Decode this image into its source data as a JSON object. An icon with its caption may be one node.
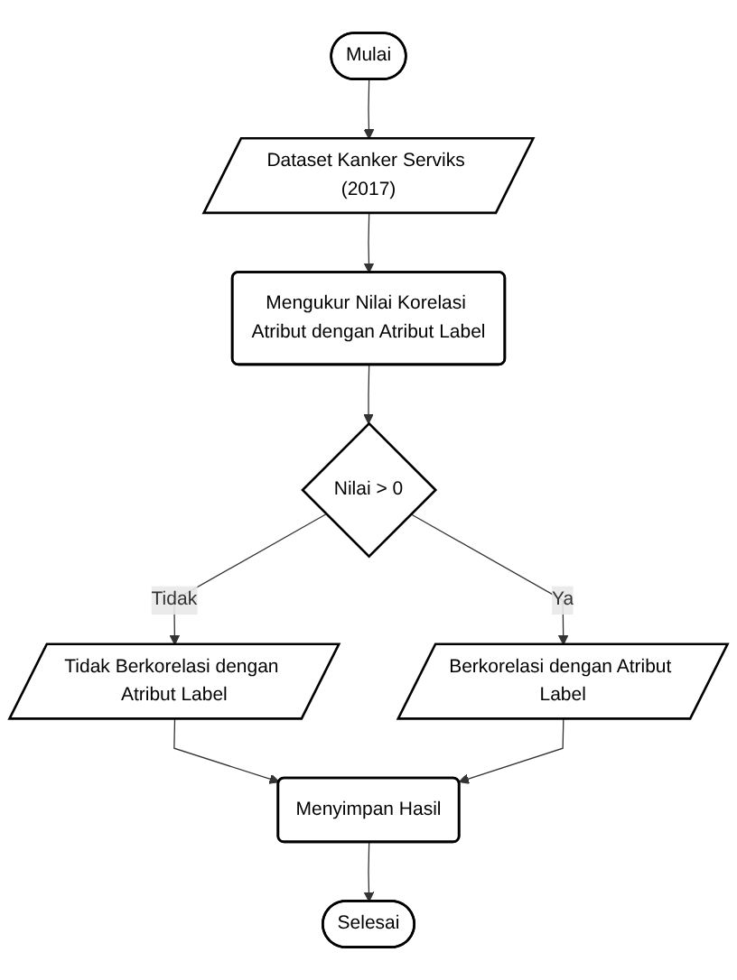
{
  "diagram": {
    "nodes": [
      {
        "text": [
          "Mulai"
        ]
      },
      {
        "text": [
          "Dataset Kanker Serviks (2017)"
        ]
      },
      {
        "text": [
          "Mengukur Nilai Korelasi Atribut dengan Atribut Label"
        ]
      },
      {
        "text": [
          "Nilai > 0"
        ]
      },
      {
        "text": [
          "Tidak Berkorelasi dengan Atribut Label"
        ]
      },
      {
        "text": [
          "Berkorelasi dengan Atribut Label"
        ]
      },
      {
        "text": [
          "Menyimpan Hasil"
        ]
      },
      {
        "text": [
          "Selesai"
        ]
      }
    ],
    "edges": [
      {
        "from": 0,
        "to": 1,
        "arrow": "to"
      },
      {
        "from": 1,
        "to": 2,
        "arrow": "to"
      },
      {
        "from": 2,
        "to": 3,
        "arrow": "to"
      },
      {
        "from": 3,
        "to": 4,
        "arrow": "to",
        "label": "Tidak"
      },
      {
        "from": 3,
        "to": 5,
        "arrow": "to",
        "label": "Ya"
      },
      {
        "from": 4,
        "to": 6,
        "arrow": "to"
      },
      {
        "from": 5,
        "to": 6,
        "arrow": "to"
      },
      {
        "from": 6,
        "to": 7,
        "arrow": "to"
      }
    ]
  }
}
